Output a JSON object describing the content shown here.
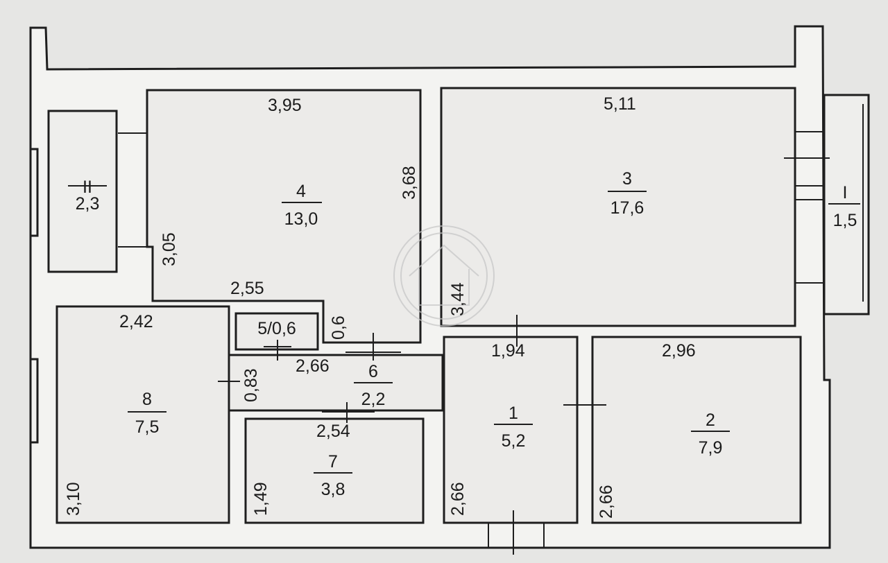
{
  "rooms": [
    {
      "id": "II",
      "label": "II",
      "area": "2,3"
    },
    {
      "id": "4",
      "label": "4",
      "area": "13,0"
    },
    {
      "id": "3",
      "label": "3",
      "area": "17,6"
    },
    {
      "id": "I",
      "label": "I",
      "area": "1,5"
    },
    {
      "id": "8",
      "label": "8",
      "area": "7,5"
    },
    {
      "id": "5",
      "label": "5/0,6",
      "area": ""
    },
    {
      "id": "6",
      "label": "6",
      "area": "2,2"
    },
    {
      "id": "7",
      "label": "7",
      "area": "3,8"
    },
    {
      "id": "1",
      "label": "1",
      "area": "5,2"
    },
    {
      "id": "2",
      "label": "2",
      "area": "7,9"
    }
  ],
  "dimensions": {
    "room4_top": "3,95",
    "room4_right": "3,68",
    "room4_left": "3,05",
    "room4_bottom": "2,55",
    "room3_top": "5,11",
    "room3_left": "3,44",
    "room8_top": "2,42",
    "room8_left": "3,10",
    "closet_height": "0,6",
    "corridor_left": "0,83",
    "corridor_top": "2,66",
    "room7_top": "2,54",
    "room7_left": "1,49",
    "room1_top": "1,94",
    "room1_left": "2,66",
    "room2_top": "2,96",
    "room2_left": "2,66"
  }
}
